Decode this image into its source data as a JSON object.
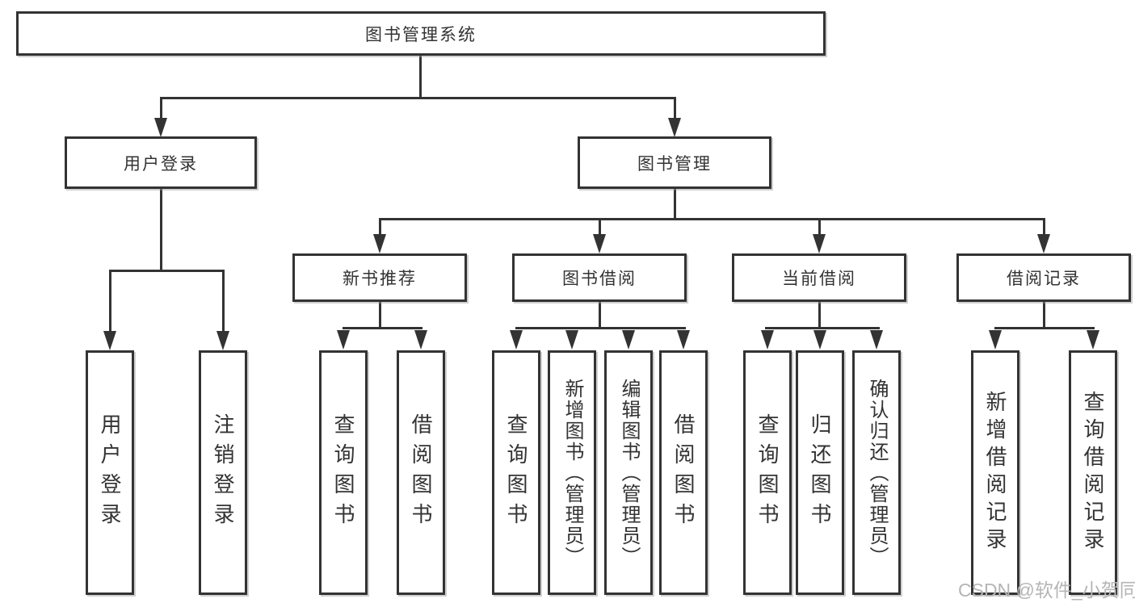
{
  "diagram": {
    "root": {
      "label": "图书管理系统"
    },
    "branches": [
      {
        "label": "用户登录",
        "children": [
          {
            "label": "用户登录"
          },
          {
            "label": "注销登录"
          }
        ]
      },
      {
        "label": "图书管理",
        "children": [
          {
            "label": "新书推荐",
            "children": [
              {
                "label": "查询图书"
              },
              {
                "label": "借阅图书"
              }
            ]
          },
          {
            "label": "图书借阅",
            "children": [
              {
                "label": "查询图书"
              },
              {
                "label": "新增图书（管理员）"
              },
              {
                "label": "编辑图书（管理员）"
              },
              {
                "label": "借阅图书"
              }
            ]
          },
          {
            "label": "当前借阅",
            "children": [
              {
                "label": "查询图书"
              },
              {
                "label": "归还图书"
              },
              {
                "label": "确认归还（管理员）"
              }
            ]
          },
          {
            "label": "借阅记录",
            "children": [
              {
                "label": "新增借阅记录"
              },
              {
                "label": "查询借阅记录"
              }
            ]
          }
        ]
      }
    ]
  },
  "watermark": {
    "text": "CSDN @软件_小贺同学"
  },
  "colors": {
    "line": "#333333",
    "text": "#333333",
    "box-border": "#333333",
    "background": "#ffffff",
    "watermark": "#b5b5b5"
  }
}
